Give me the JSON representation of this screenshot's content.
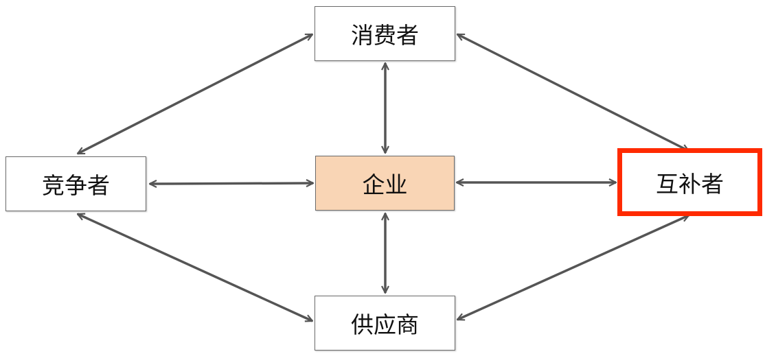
{
  "diagram": {
    "nodes": {
      "consumer": "消费者",
      "competitor": "竞争者",
      "enterprise": "企业",
      "complementor": "互补者",
      "supplier": "供应商"
    },
    "colors": {
      "arrow": "#555555",
      "enterprise_fill": "#f9d5b5",
      "highlight_border": "#ff2a00",
      "node_border": "#6b6b6b"
    },
    "highlighted_node": "complementor",
    "links": [
      {
        "from": "consumer",
        "to": "competitor",
        "direction": "both"
      },
      {
        "from": "consumer",
        "to": "enterprise",
        "direction": "both"
      },
      {
        "from": "consumer",
        "to": "complementor",
        "direction": "both"
      },
      {
        "from": "competitor",
        "to": "enterprise",
        "direction": "both"
      },
      {
        "from": "enterprise",
        "to": "complementor",
        "direction": "both"
      },
      {
        "from": "enterprise",
        "to": "supplier",
        "direction": "both"
      },
      {
        "from": "competitor",
        "to": "supplier",
        "direction": "both"
      },
      {
        "from": "supplier",
        "to": "complementor",
        "direction": "both"
      }
    ]
  }
}
